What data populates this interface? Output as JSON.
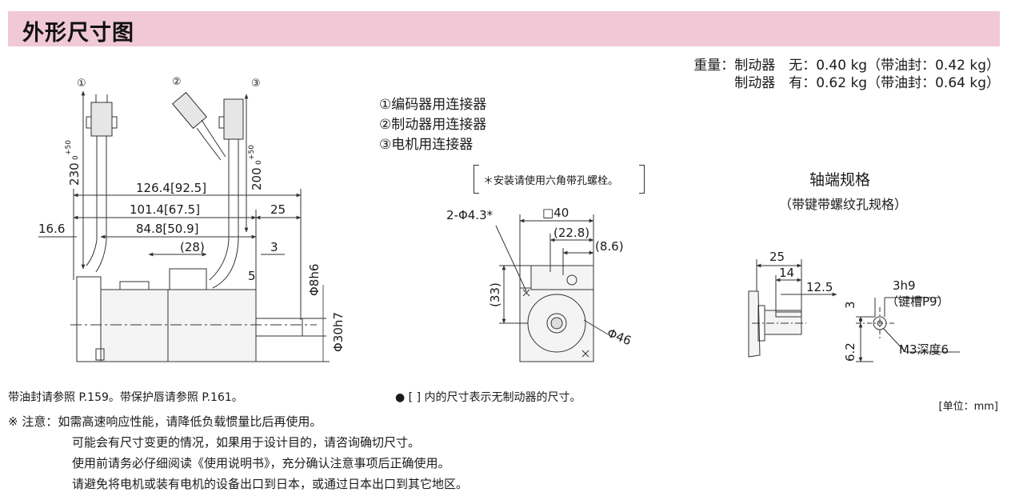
{
  "header": {
    "title": "外形尺寸图"
  },
  "weights": [
    "重量：制动器　无：0.40 kg（带油封：0.42 kg）",
    "制动器　有：0.62 kg（带油封：0.64 kg）"
  ],
  "legend": [
    "①编码器用连接器",
    "②制动器用连接器",
    "③电机用连接器"
  ],
  "mount_note": "＊安装请使用六角带孔螺栓。",
  "shaft": {
    "title": "轴端规格",
    "subtitle": "（带键带螺纹孔规格）"
  },
  "side_view": {
    "callouts": [
      "①",
      "②",
      "③"
    ],
    "dims": {
      "cable1": "230",
      "cable2": "200",
      "tol_plus": "+50",
      "tol_zero": "0",
      "total": "126.4[92.5]",
      "body": "101.4[67.5]",
      "shaft_len": "25",
      "flange": "16.6",
      "frame": "84.8[50.9]",
      "d28": "(28)",
      "d3": "3",
      "d5": "5",
      "phi8": "Φ8h6",
      "phi30": "Φ30h7"
    }
  },
  "front_view": {
    "holes": "2-Φ4.3*",
    "square": "□40",
    "d228": "(22.8)",
    "d86": "(8.6)",
    "d33": "(33)",
    "phi46": "Φ46"
  },
  "shaft_detail": {
    "d25": "25",
    "d14": "14",
    "d125": "12.5",
    "key_width": "3h9",
    "key_name": "（键槽P9）",
    "d3": "3",
    "d62": "6.2",
    "thread": "M3深度6"
  },
  "notes": {
    "oil_seal": "带油封请参照 P.159。带保护唇请参照 P.161。",
    "bracket": "● [ ] 内的尺寸表示无制动器的尺寸。",
    "unit": "[单位：mm]",
    "lines": [
      "※ 注意：如需高速响应性能，请降低负载惯量比后再使用。",
      "可能会有尺寸变更的情况，如果用于设计目的，请咨询确切尺寸。",
      "使用前请务必仔细阅读《使用说明书》，充分确认注意事项后正确使用。",
      "请避免将电机或装有电机的设备出口到日本，或通过日本出口到其它地区。"
    ]
  },
  "colors": {
    "header_bg": "#f0c8d6",
    "line": "#333333",
    "part_fill": "#e6e6e6"
  }
}
